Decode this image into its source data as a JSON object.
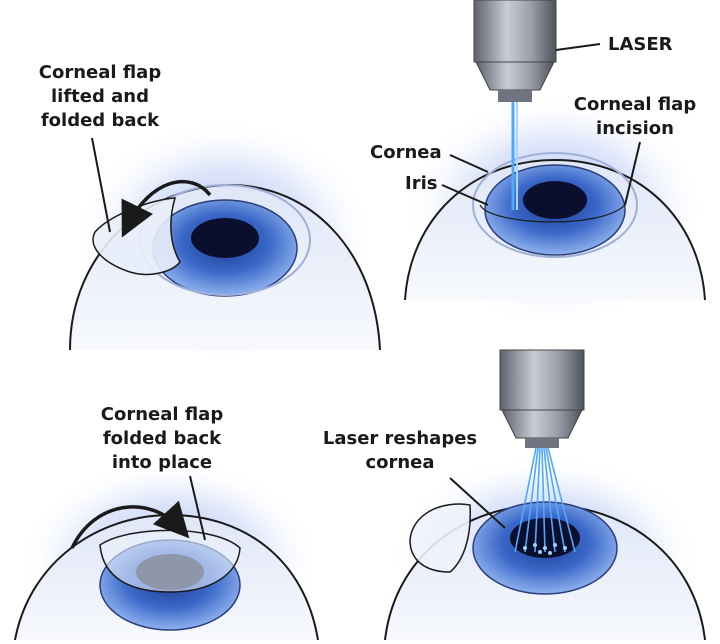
{
  "panels": {
    "top_left": {
      "label_lines": [
        "Corneal flap",
        "lifted and",
        "folded back"
      ]
    },
    "top_right": {
      "laser_label": "LASER",
      "incision_lines": [
        "Corneal flap",
        "incision"
      ],
      "cornea_label": "Cornea",
      "iris_label": "Iris"
    },
    "bottom_left": {
      "label_lines": [
        "Corneal flap",
        "folded back",
        "into place"
      ]
    },
    "bottom_right": {
      "label_lines": [
        "Laser reshapes",
        "cornea"
      ]
    }
  },
  "colors": {
    "iris": "#3a68c8",
    "pupil": "#0a0f2e",
    "glow": "#b9c9f5",
    "eyeball": "#eef2fb",
    "laser_housing": "#8a8f9c",
    "beam": "#4fa8ff",
    "outline": "#1a1a1a"
  }
}
